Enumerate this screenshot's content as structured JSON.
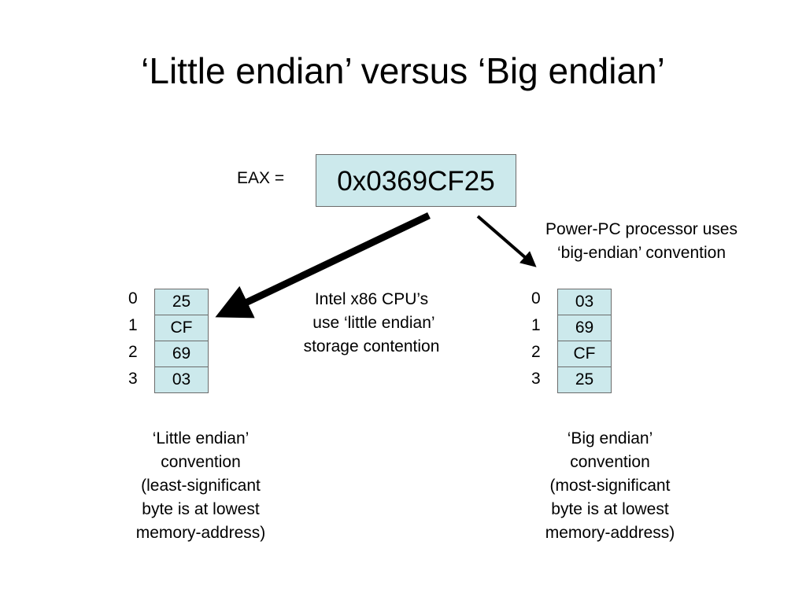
{
  "title": "‘Little endian’ versus ‘Big endian’",
  "register": {
    "label": "EAX =",
    "value": "0x0369CF25"
  },
  "notes": {
    "intel": "Intel x86 CPU’s\n use ‘little endian’\nstorage contention",
    "powerpc": "Power-PC processor uses\n‘big-endian’ convention"
  },
  "little_endian": {
    "addresses": [
      "0",
      "1",
      "2",
      "3"
    ],
    "bytes": [
      "25",
      "CF",
      "69",
      "03"
    ],
    "caption": "‘Little endian’\nconvention\n(least-significant\nbyte is at lowest\nmemory-address)"
  },
  "big_endian": {
    "addresses": [
      "0",
      "1",
      "2",
      "3"
    ],
    "bytes": [
      "03",
      "69",
      "CF",
      "25"
    ],
    "caption": "‘Big endian’\nconvention\n(most-significant\nbyte is at lowest\nmemory-address)"
  },
  "colors": {
    "cell_fill": "#cce9ec",
    "cell_border": "#6b6b6b",
    "arrow": "#000000"
  }
}
